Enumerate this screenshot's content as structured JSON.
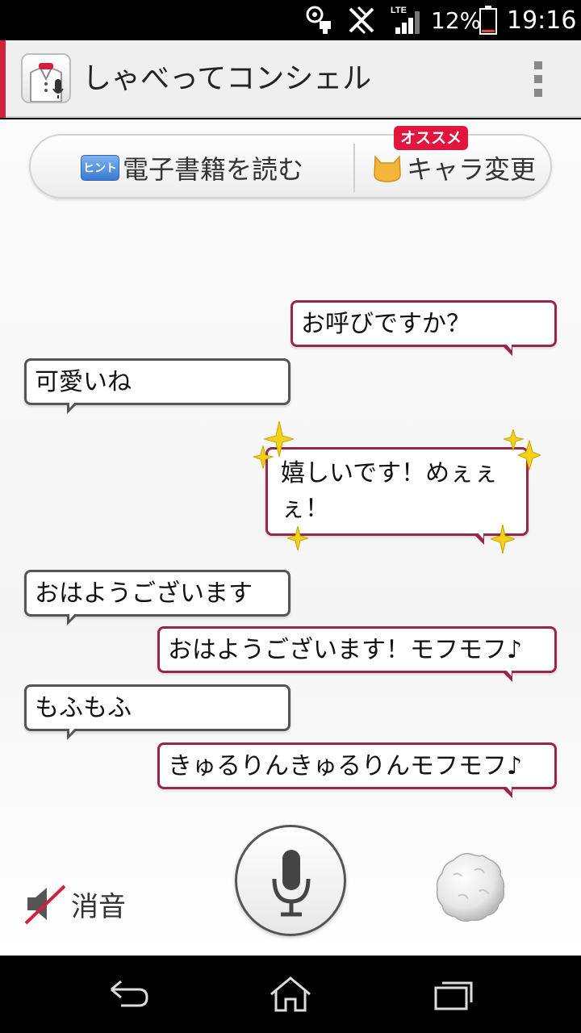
{
  "status_bar": {
    "network": "LTE",
    "battery_percent": "12%",
    "battery_level": 0.12,
    "time": "19:16"
  },
  "app_bar": {
    "title": "しゃべってコンシェル"
  },
  "action_bar": {
    "hint_badge": "ヒント",
    "read_ebook": "電子書籍を読む",
    "recommend_badge": "オススメ",
    "change_character": "キャラ変更"
  },
  "conversation": [
    {
      "speaker": "concierge",
      "text": "お呼びですか？"
    },
    {
      "speaker": "user",
      "text": "可愛いね"
    },
    {
      "speaker": "concierge",
      "text": "嬉しいです！めぇぇぇ！"
    },
    {
      "speaker": "user",
      "text": "おはようございます"
    },
    {
      "speaker": "concierge",
      "text": "おはようございます！モフモフ♪"
    },
    {
      "speaker": "user",
      "text": "もふもふ"
    },
    {
      "speaker": "concierge",
      "text": "きゅるりんきゅるりんモフモフ♪"
    }
  ],
  "controls": {
    "mute_label": "消音"
  },
  "colors": {
    "accent": "#d0223f",
    "concierge_border": "#9c2447",
    "user_border": "#555555",
    "hint_blue": "#3a7ad3"
  }
}
